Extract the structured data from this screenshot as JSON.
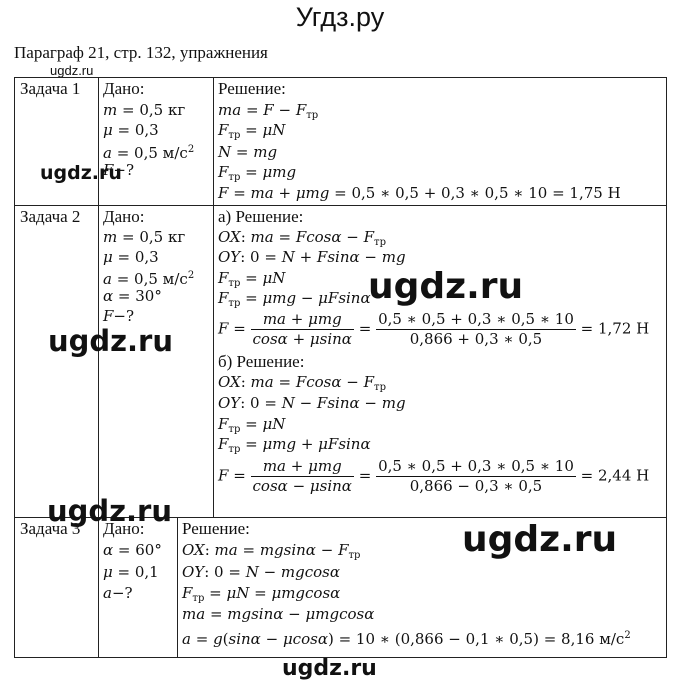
{
  "site_title": "Угдз.ру",
  "caption": "Параграф 21, стр. 132, упражнения",
  "watermark": "ugdz.ru",
  "tasks": [
    {
      "label": "Задача 1",
      "given_title": "Дано:",
      "solution_title": "Решение:"
    },
    {
      "label": "Задача 2",
      "given_title": "Дано:",
      "solution_a_title": "а) Решение:",
      "solution_b_title": "б) Решение:",
      "eq_a_result": "= 1,72 Н",
      "eq_b_result": "= 2,44 Н",
      "eq_a_num": "0,5 ∗ 0,5 + 0,3 ∗ 0,5 ∗ 10",
      "eq_a_den": "0,866 + 0,3 ∗ 0,5",
      "eq_b_num": "0,5 ∗ 0,5 + 0,3 ∗ 0,5 ∗ 10",
      "eq_b_den": "0,866 − 0,3 ∗ 0,5"
    },
    {
      "label": "Задача 3",
      "given_title": "Дано:",
      "solution_title": "Решение:"
    }
  ]
}
